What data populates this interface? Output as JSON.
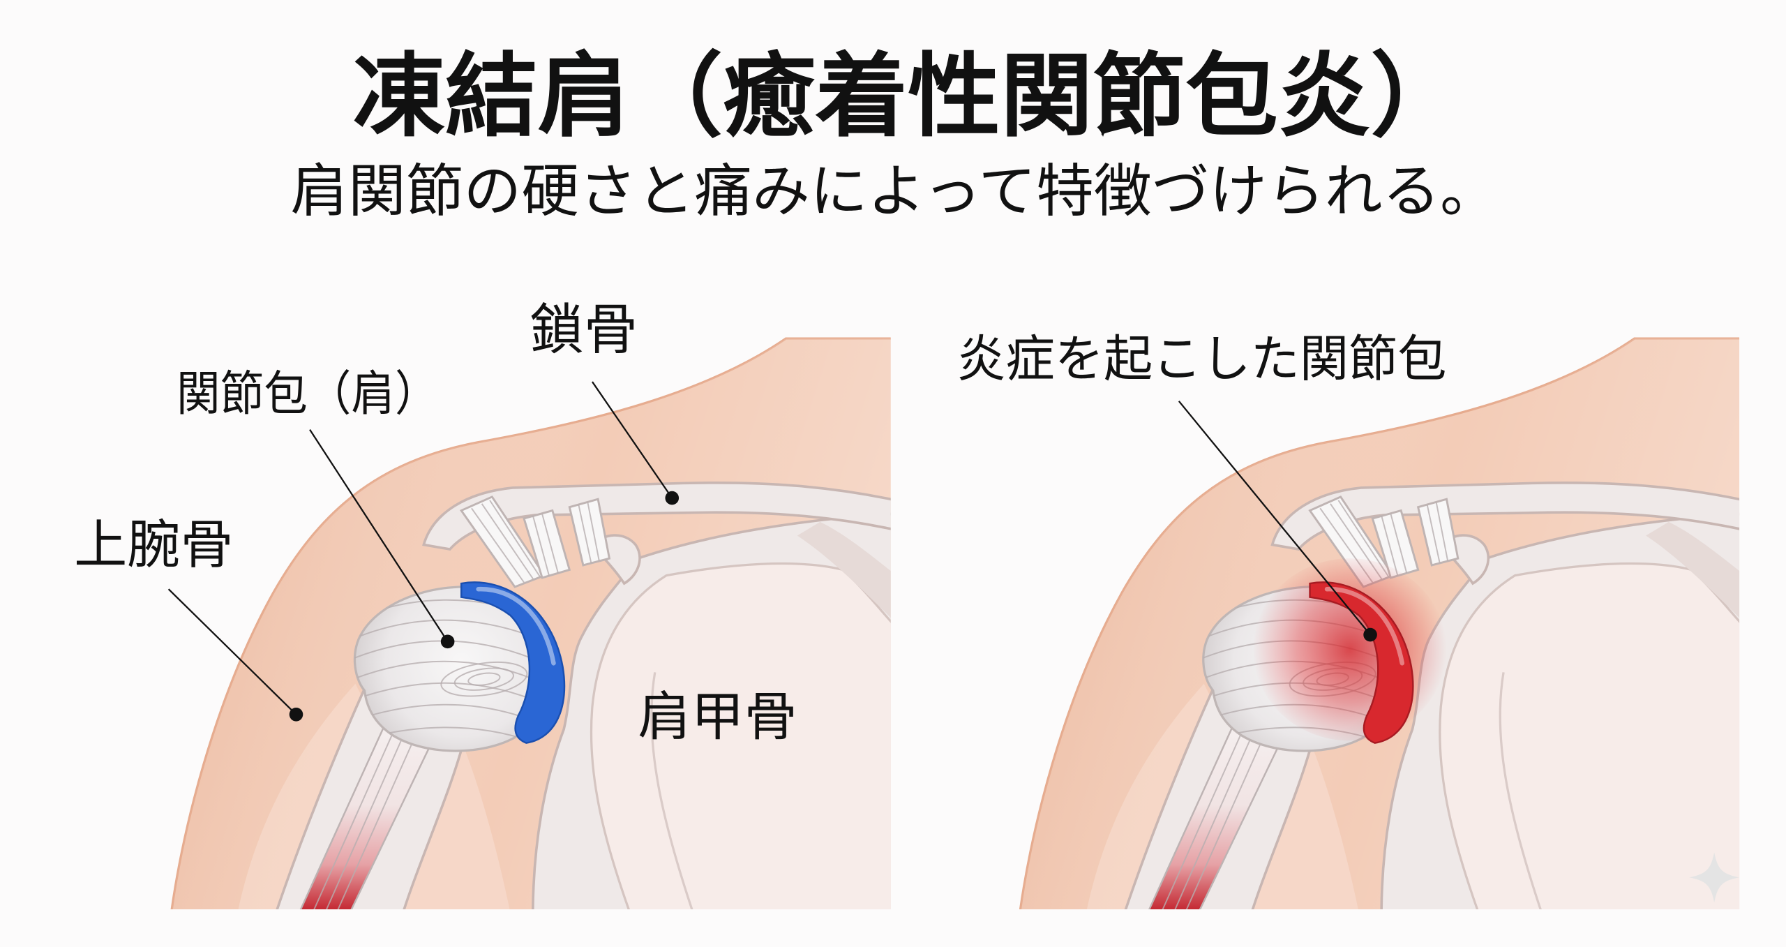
{
  "title": "凍結肩（癒着性関節包炎）",
  "subtitle": "肩関節の硬さと痛みによって特徴づけられる。",
  "normal_shoulder": {
    "labels": {
      "clavicle": "鎖骨",
      "joint_capsule": "関節包（肩）",
      "humerus": "上腕骨",
      "scapula": "肩甲骨"
    },
    "capsule_color": "#2a66d4"
  },
  "frozen_shoulder": {
    "labels": {
      "inflamed_capsule": "炎症を起こした関節包"
    },
    "capsule_color": "#d8282e"
  },
  "colors": {
    "skin": "#f3ccb7"
  }
}
